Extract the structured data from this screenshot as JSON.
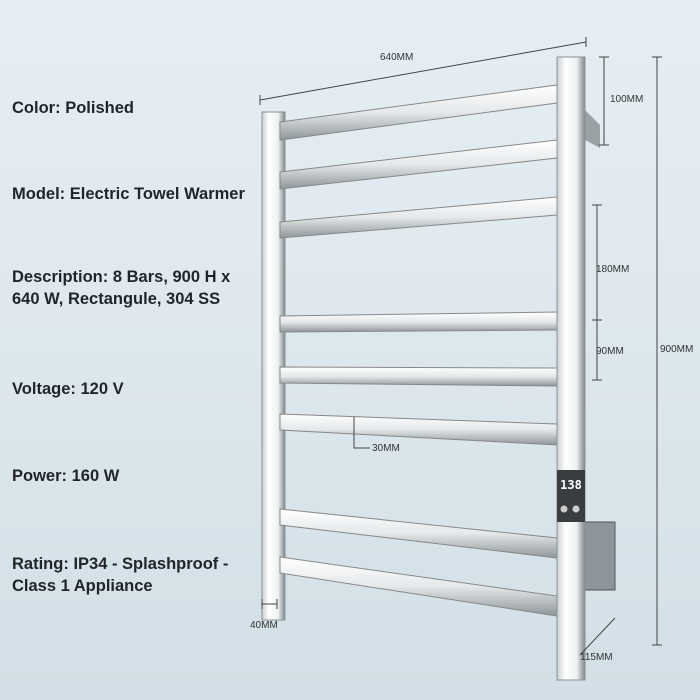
{
  "specs": [
    {
      "label": "Color",
      "value": "Polished"
    },
    {
      "label": "Model",
      "value": "Electric Towel Warmer"
    },
    {
      "label": "Description",
      "value": "8 Bars, 900 H x",
      "value_line2": "640 W, Rectangule, 304 SS"
    },
    {
      "label": "Voltage",
      "value": "120 V"
    },
    {
      "label": "Power",
      "value": "160 W"
    },
    {
      "label": "Rating",
      "value": "IP34 - Splashproof -",
      "value_line2": "Class 1 Appliance"
    }
  ],
  "dimensions": {
    "width": "640MM",
    "height": "900MM",
    "top_offset": "100MM",
    "bar_gap_large": "180MM",
    "bar_gap_small": "90MM",
    "bar_thickness": "30MM",
    "post_width": "40MM",
    "depth": "115MM"
  },
  "control_panel": {
    "display": "138"
  },
  "colors": {
    "background": "#e0e9ee",
    "text": "#1f2528",
    "panel": "#3a3d40"
  }
}
